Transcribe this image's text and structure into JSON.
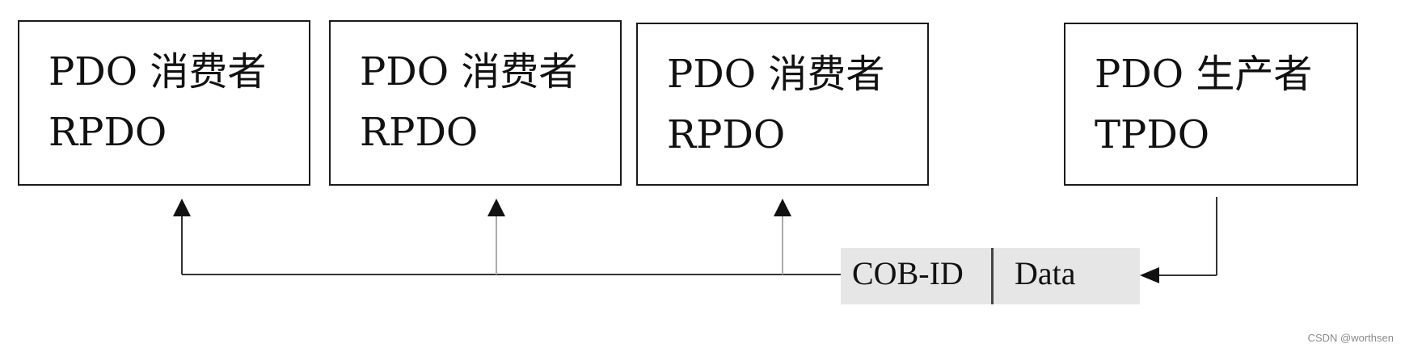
{
  "consumers": [
    {
      "title": "PDO 消费者",
      "subtitle": "RPDO"
    },
    {
      "title": "PDO 消费者",
      "subtitle": "RPDO"
    },
    {
      "title": "PDO 消费者",
      "subtitle": "RPDO"
    }
  ],
  "producer": {
    "title": "PDO 生产者",
    "subtitle": "TPDO"
  },
  "message": {
    "cob_id": "COB-ID",
    "data": "Data"
  },
  "watermark": "CSDN @worthsen"
}
